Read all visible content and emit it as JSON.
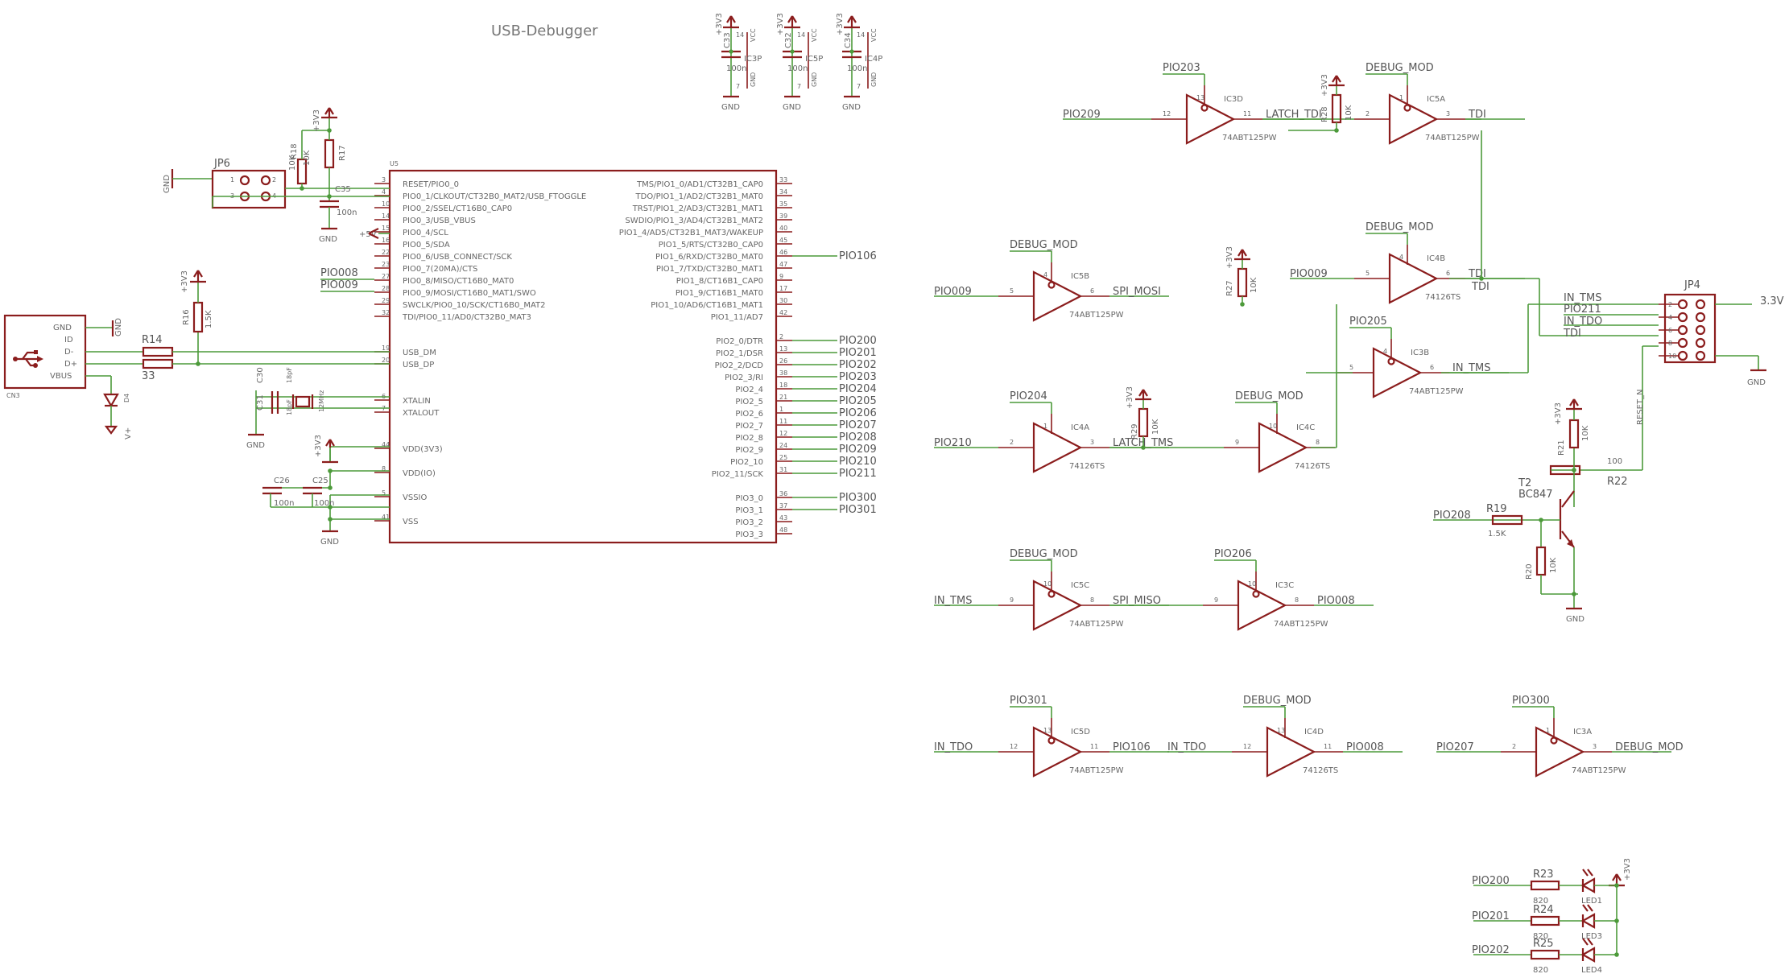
{
  "title": "USB-Debugger",
  "colors": {
    "wire": "#4c9a3a",
    "symbol": "#8b1d1d",
    "text": "#555555"
  },
  "decoupling": [
    {
      "ref": "C33",
      "part": "IC3P",
      "value": "100n"
    },
    {
      "ref": "C32",
      "part": "IC5P",
      "value": "100n"
    },
    {
      "ref": "C34",
      "part": "IC4P",
      "value": "100n"
    }
  ],
  "mcu": {
    "ref": "U5",
    "left_pins": [
      {
        "num": "3",
        "name": "RESET/PIO0_0"
      },
      {
        "num": "4",
        "name": "PIO0_1/CLKOUT/CT32B0_MAT2/USB_FTOGGLE"
      },
      {
        "num": "10",
        "name": "PIO0_2/SSEL/CT16B0_CAP0"
      },
      {
        "num": "14",
        "name": "PIO0_3/USB_VBUS"
      },
      {
        "num": "15",
        "name": "PIO0_4/SCL"
      },
      {
        "num": "16",
        "name": "PIO0_5/SDA"
      },
      {
        "num": "22",
        "name": "PIO0_6/USB_CONNECT/SCK"
      },
      {
        "num": "23",
        "name": "PIO0_7(20MA)/CTS"
      },
      {
        "num": "27",
        "name": "PIO0_8/MISO/CT16B0_MAT0"
      },
      {
        "num": "28",
        "name": "PIO0_9/MOSI/CT16B0_MAT1/SWO"
      },
      {
        "num": "29",
        "name": "SWCLK/PIO0_10/SCK/CT16B0_MAT2"
      },
      {
        "num": "32",
        "name": "TDI/PIO0_11/AD0/CT32B0_MAT3"
      },
      {
        "num": "19",
        "name": "USB_DM"
      },
      {
        "num": "20",
        "name": "USB_DP"
      },
      {
        "num": "6",
        "name": "XTALIN"
      },
      {
        "num": "7",
        "name": "XTALOUT"
      },
      {
        "num": "44",
        "name": "VDD(3V3)"
      },
      {
        "num": "8",
        "name": "VDD(IO)"
      },
      {
        "num": "5",
        "name": "VSSIO"
      },
      {
        "num": "41",
        "name": "VSS"
      }
    ],
    "right_pins": [
      {
        "num": "33",
        "name": "TMS/PIO1_0/AD1/CT32B1_CAP0",
        "net": ""
      },
      {
        "num": "34",
        "name": "TDO/PIO1_1/AD2/CT32B1_MAT0",
        "net": ""
      },
      {
        "num": "35",
        "name": "TRST/PIO1_2/AD3/CT32B1_MAT1",
        "net": ""
      },
      {
        "num": "39",
        "name": "SWDIO/PIO1_3/AD4/CT32B1_MAT2",
        "net": ""
      },
      {
        "num": "40",
        "name": "PIO1_4/AD5/CT32B1_MAT3/WAKEUP",
        "net": ""
      },
      {
        "num": "45",
        "name": "PIO1_5/RTS/CT32B0_CAP0",
        "net": ""
      },
      {
        "num": "46",
        "name": "PIO1_6/RXD/CT32B0_MAT0",
        "net": "PIO106"
      },
      {
        "num": "47",
        "name": "PIO1_7/TXD/CT32B0_MAT1",
        "net": ""
      },
      {
        "num": "9",
        "name": "PIO1_8/CT16B1_CAP0",
        "net": ""
      },
      {
        "num": "17",
        "name": "PIO1_9/CT16B1_MAT0",
        "net": ""
      },
      {
        "num": "30",
        "name": "PIO1_10/AD6/CT16B1_MAT1",
        "net": ""
      },
      {
        "num": "42",
        "name": "PIO1_11/AD7",
        "net": ""
      },
      {
        "num": "2",
        "name": "PIO2_0/DTR",
        "net": "PIO200"
      },
      {
        "num": "13",
        "name": "PIO2_1/DSR",
        "net": "PIO201"
      },
      {
        "num": "26",
        "name": "PIO2_2/DCD",
        "net": "PIO202"
      },
      {
        "num": "38",
        "name": "PIO2_3/RI",
        "net": "PIO203"
      },
      {
        "num": "18",
        "name": "PIO2_4",
        "net": "PIO204"
      },
      {
        "num": "21",
        "name": "PIO2_5",
        "net": "PIO205"
      },
      {
        "num": "1",
        "name": "PIO2_6",
        "net": "PIO206"
      },
      {
        "num": "11",
        "name": "PIO2_7",
        "net": "PIO207"
      },
      {
        "num": "12",
        "name": "PIO2_8",
        "net": "PIO208"
      },
      {
        "num": "24",
        "name": "PIO2_9",
        "net": "PIO209"
      },
      {
        "num": "25",
        "name": "PIO2_10",
        "net": "PIO210"
      },
      {
        "num": "31",
        "name": "PIO2_11/SCK",
        "net": "PIO211"
      },
      {
        "num": "36",
        "name": "PIO3_0",
        "net": "PIO300"
      },
      {
        "num": "37",
        "name": "PIO3_1",
        "net": "PIO301"
      },
      {
        "num": "43",
        "name": "PIO3_2",
        "net": ""
      },
      {
        "num": "48",
        "name": "PIO3_3",
        "net": ""
      }
    ],
    "left_nets": [
      "PIO008",
      "PIO009"
    ]
  },
  "usb": {
    "ref": "CN3",
    "pins": [
      "GND",
      "ID",
      "D-",
      "D+",
      "VBUS"
    ],
    "r14": "R14",
    "r15_value": "33",
    "r16": "R16",
    "r16_value": "1.5K",
    "diode": "D4",
    "vplus": "V+",
    "gnd": "GND"
  },
  "jp6": {
    "ref": "JP6",
    "pins": [
      "1",
      "2",
      "3",
      "4"
    ],
    "r17": "R17",
    "r18": "R18",
    "r_value": "10K",
    "c35": "C35",
    "c35_value": "100n",
    "plus5": "+5V",
    "gnd": "GND",
    "gnd_left": "GND"
  },
  "crystal": {
    "c30": "C30",
    "c31": "C31",
    "cap_value": "18pF",
    "xtal": "12MHz",
    "gnd": "GND"
  },
  "power_caps": {
    "c26": "C26",
    "c25": "C25",
    "value": "100n",
    "gnd": "GND"
  },
  "supply": {
    "v33": "+3V3",
    "vcc": "VCC",
    "gnd": "GND",
    "pin14": "14",
    "pin7": "7"
  },
  "buffers": [
    {
      "ref": "IC3D",
      "type": "74ABT125PW",
      "in_pin": "12",
      "out_pin": "11",
      "oe_pin": "13",
      "in_net": "PIO209",
      "out_net": "LATCH_TDI",
      "oe_net": "PIO203"
    },
    {
      "ref": "IC5A",
      "type": "74ABT125PW",
      "in_pin": "2",
      "out_pin": "3",
      "oe_pin": "1",
      "in_net": "",
      "out_net": "TDI",
      "oe_net": "DEBUG_MOD"
    },
    {
      "ref": "IC5B",
      "type": "74ABT125PW",
      "in_pin": "5",
      "out_pin": "6",
      "oe_pin": "4",
      "in_net": "PIO009",
      "out_net": "SPI_MOSI",
      "oe_net": "DEBUG_MOD"
    },
    {
      "ref": "IC4B",
      "type": "74126TS",
      "in_pin": "5",
      "out_pin": "6",
      "oe_pin": "4",
      "in_net": "PIO009",
      "out_net": "TDI",
      "oe_net": "DEBUG_MOD"
    },
    {
      "ref": "IC3B",
      "type": "74ABT125PW",
      "in_pin": "5",
      "out_pin": "6",
      "oe_pin": "4",
      "in_net": "",
      "out_net": "IN_TMS",
      "oe_net": "PIO205"
    },
    {
      "ref": "IC4A",
      "type": "74126TS",
      "in_pin": "2",
      "out_pin": "3",
      "oe_pin": "1",
      "in_net": "PIO210",
      "out_net": "LATCH_TMS",
      "oe_net": "PIO204"
    },
    {
      "ref": "IC4C",
      "type": "74126TS",
      "in_pin": "9",
      "out_pin": "8",
      "oe_pin": "10",
      "in_net": "",
      "out_net": "",
      "oe_net": "DEBUG_MOD"
    },
    {
      "ref": "IC5C",
      "type": "74ABT125PW",
      "in_pin": "9",
      "out_pin": "8",
      "oe_pin": "10",
      "in_net": "IN_TMS",
      "out_net": "SPI_MISO",
      "oe_net": "DEBUG_MOD"
    },
    {
      "ref": "IC3C",
      "type": "74ABT125PW",
      "in_pin": "9",
      "out_pin": "8",
      "oe_pin": "10",
      "in_net": "",
      "out_net": "PIO008",
      "oe_net": "PIO206"
    },
    {
      "ref": "IC5D",
      "type": "74ABT125PW",
      "in_pin": "12",
      "out_pin": "11",
      "oe_pin": "13",
      "in_net": "IN_TDO",
      "out_net": "PIO106",
      "oe_net": "PIO301"
    },
    {
      "ref": "IC4D",
      "type": "74126TS",
      "in_pin": "12",
      "out_pin": "11",
      "oe_pin": "13",
      "in_net": "IN_TDO",
      "out_net": "PIO008",
      "oe_net": "DEBUG_MOD"
    },
    {
      "ref": "IC3A",
      "type": "74ABT125PW",
      "in_pin": "2",
      "out_pin": "3",
      "oe_pin": "1",
      "in_net": "PIO207",
      "out_net": "DEBUG_MOD",
      "oe_net": "PIO300"
    }
  ],
  "pullups": [
    {
      "ref": "R28",
      "value": "10K"
    },
    {
      "ref": "R27",
      "value": "10K"
    },
    {
      "ref": "R29",
      "value": "10K"
    }
  ],
  "jtag": {
    "ref": "JP4",
    "nets": [
      "IN_TMS",
      "PIO211",
      "IN_TDO",
      "TDI"
    ],
    "pins": [
      "2",
      "4",
      "6",
      "8",
      "10"
    ],
    "power": "3.3V",
    "gnd": "GND",
    "reset": "RESET_N"
  },
  "reset_circuit": {
    "r21": "R21",
    "r21_value": "10K",
    "r22": "R22",
    "r22_value": "100",
    "r19": "R19",
    "r19_value": "1.5K",
    "r20": "R20",
    "r20_value": "10K",
    "t2": "T2",
    "t2_type": "BC847",
    "in_net": "PIO208",
    "gnd": "GND"
  },
  "leds": [
    {
      "net": "PIO200",
      "res": "R23",
      "res_value": "820",
      "led": "LED1"
    },
    {
      "net": "PIO201",
      "res": "R24",
      "res_value": "820",
      "led": "LED3"
    },
    {
      "net": "PIO202",
      "res": "R25",
      "res_value": "820",
      "led": "LED4"
    }
  ]
}
